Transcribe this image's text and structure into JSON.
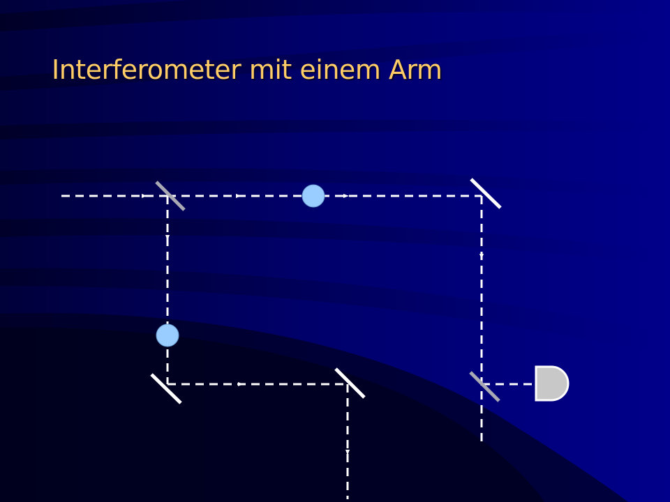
{
  "slide": {
    "title": "Interferometer mit einem Arm"
  },
  "colors": {
    "title": "#FFCC66",
    "background_main": "#000080",
    "background_dark": "#00002A",
    "beam": "#FFFFFF",
    "beamsplitter": "#A9A9B4",
    "mirror": "#FFFFFF",
    "particle": "#99CCFF",
    "detector": "#C8C8C8"
  },
  "diagram": {
    "components": [
      {
        "id": "bs-1",
        "type": "beamsplitter"
      },
      {
        "id": "mirror-top-right",
        "type": "mirror"
      },
      {
        "id": "mirror-bottom-left",
        "type": "mirror"
      },
      {
        "id": "mirror-bottom-mid",
        "type": "mirror"
      },
      {
        "id": "bs-2",
        "type": "beamsplitter"
      },
      {
        "id": "particle-top",
        "type": "particle"
      },
      {
        "id": "particle-left",
        "type": "particle"
      },
      {
        "id": "detector",
        "type": "detector"
      }
    ]
  }
}
